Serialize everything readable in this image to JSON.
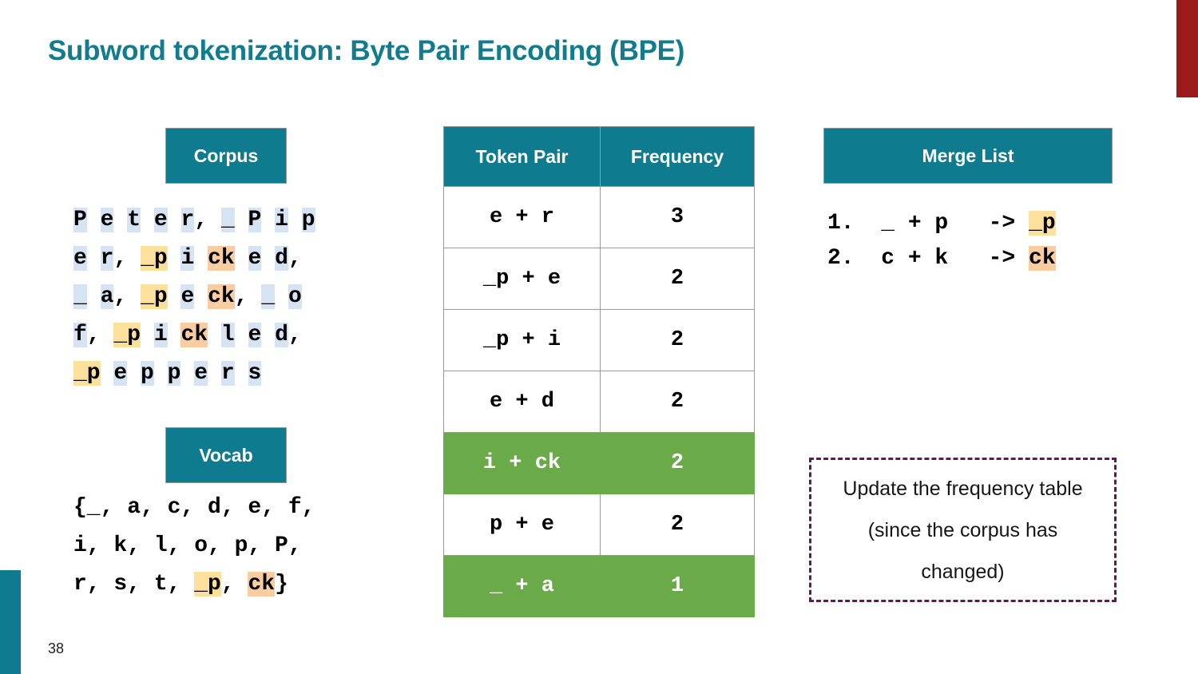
{
  "slide": {
    "title": "Subword tokenization: Byte Pair Encoding (BPE)",
    "page_number": "38",
    "accent_teal": "#0E7C8E",
    "accent_red": "#9B1B1B",
    "highlight_blue": "#D5E3F2",
    "highlight_yellow": "#FCE09B",
    "highlight_orange": "#F9CCA2",
    "highlight_green": "#6BAA48",
    "callout_border": "#5E1A54"
  },
  "corpus": {
    "header": "Corpus",
    "lines": [
      [
        {
          "t": "P",
          "h": "blue"
        },
        {
          "t": " ",
          "h": "none"
        },
        {
          "t": "e",
          "h": "blue"
        },
        {
          "t": " ",
          "h": "none"
        },
        {
          "t": "t",
          "h": "blue"
        },
        {
          "t": " ",
          "h": "none"
        },
        {
          "t": "e",
          "h": "blue"
        },
        {
          "t": " ",
          "h": "none"
        },
        {
          "t": "r",
          "h": "blue"
        },
        {
          "t": ", ",
          "h": "none"
        },
        {
          "t": "_",
          "h": "blue"
        },
        {
          "t": " ",
          "h": "none"
        },
        {
          "t": "P",
          "h": "blue"
        },
        {
          "t": " ",
          "h": "none"
        },
        {
          "t": "i",
          "h": "blue"
        },
        {
          "t": " ",
          "h": "none"
        },
        {
          "t": "p",
          "h": "blue"
        }
      ],
      [
        {
          "t": "e",
          "h": "blue"
        },
        {
          "t": " ",
          "h": "none"
        },
        {
          "t": "r",
          "h": "blue"
        },
        {
          "t": ", ",
          "h": "none"
        },
        {
          "t": "_p",
          "h": "yellow"
        },
        {
          "t": " ",
          "h": "none"
        },
        {
          "t": "i",
          "h": "blue"
        },
        {
          "t": " ",
          "h": "none"
        },
        {
          "t": "ck",
          "h": "orange"
        },
        {
          "t": " ",
          "h": "none"
        },
        {
          "t": "e",
          "h": "blue"
        },
        {
          "t": " ",
          "h": "none"
        },
        {
          "t": "d",
          "h": "blue"
        },
        {
          "t": ",",
          "h": "none"
        }
      ],
      [
        {
          "t": "_",
          "h": "blue"
        },
        {
          "t": " ",
          "h": "none"
        },
        {
          "t": "a",
          "h": "blue"
        },
        {
          "t": ", ",
          "h": "none"
        },
        {
          "t": "_p",
          "h": "yellow"
        },
        {
          "t": " ",
          "h": "none"
        },
        {
          "t": "e",
          "h": "blue"
        },
        {
          "t": " ",
          "h": "none"
        },
        {
          "t": "ck",
          "h": "orange"
        },
        {
          "t": ", ",
          "h": "none"
        },
        {
          "t": "_",
          "h": "blue"
        },
        {
          "t": " ",
          "h": "none"
        },
        {
          "t": "o",
          "h": "blue"
        }
      ],
      [
        {
          "t": "f",
          "h": "blue"
        },
        {
          "t": ", ",
          "h": "none"
        },
        {
          "t": "_p",
          "h": "yellow"
        },
        {
          "t": " ",
          "h": "none"
        },
        {
          "t": "i",
          "h": "blue"
        },
        {
          "t": " ",
          "h": "none"
        },
        {
          "t": "ck",
          "h": "orange"
        },
        {
          "t": " ",
          "h": "none"
        },
        {
          "t": "l",
          "h": "blue"
        },
        {
          "t": " ",
          "h": "none"
        },
        {
          "t": "e",
          "h": "blue"
        },
        {
          "t": " ",
          "h": "none"
        },
        {
          "t": "d",
          "h": "blue"
        },
        {
          "t": ",",
          "h": "none"
        }
      ],
      [
        {
          "t": "_p",
          "h": "yellow"
        },
        {
          "t": " ",
          "h": "none"
        },
        {
          "t": "e",
          "h": "blue"
        },
        {
          "t": " ",
          "h": "none"
        },
        {
          "t": "p",
          "h": "blue"
        },
        {
          "t": " ",
          "h": "none"
        },
        {
          "t": "p",
          "h": "blue"
        },
        {
          "t": " ",
          "h": "none"
        },
        {
          "t": "e",
          "h": "blue"
        },
        {
          "t": " ",
          "h": "none"
        },
        {
          "t": "r",
          "h": "blue"
        },
        {
          "t": " ",
          "h": "none"
        },
        {
          "t": "s",
          "h": "blue"
        }
      ]
    ],
    "plain_text": "P e t e r, _ P i p\ne r, _p i ck e d,\n_ a, _p e ck, _ o\nf, _p i ck l e d,\n_p e p p e r s"
  },
  "vocab": {
    "header": "Vocab",
    "lines": [
      [
        {
          "t": "{_, a, c, d, e, f,",
          "h": "none"
        }
      ],
      [
        {
          "t": "i, k, l, o, p, P,",
          "h": "none"
        }
      ],
      [
        {
          "t": "r, s, t, ",
          "h": "none"
        },
        {
          "t": "_p",
          "h": "yellow"
        },
        {
          "t": ", ",
          "h": "none"
        },
        {
          "t": "ck",
          "h": "orange"
        },
        {
          "t": "}",
          "h": "none"
        }
      ]
    ],
    "plain_text": "{_, a, c, d, e, f,\ni, k, l, o, p, P,\nr, s, t, _p, ck}"
  },
  "freq_table": {
    "columns": [
      "Token Pair",
      "Frequency"
    ],
    "rows": [
      {
        "pair": "e + r",
        "freq": "3",
        "highlighted": false
      },
      {
        "pair": "_p + e",
        "freq": "2",
        "highlighted": false
      },
      {
        "pair": "_p + i",
        "freq": "2",
        "highlighted": false
      },
      {
        "pair": "e + d",
        "freq": "2",
        "highlighted": false
      },
      {
        "pair": "i + ck",
        "freq": "2",
        "highlighted": true
      },
      {
        "pair": "p + e",
        "freq": "2",
        "highlighted": false
      },
      {
        "pair": "_ + a",
        "freq": "1",
        "highlighted": true
      }
    ]
  },
  "merge_list": {
    "header": "Merge List",
    "entries": [
      [
        {
          "t": "1.  _ + p   -> ",
          "h": "none"
        },
        {
          "t": "_p",
          "h": "yellow"
        }
      ],
      [
        {
          "t": "2.  c + k   -> ",
          "h": "none"
        },
        {
          "t": "ck",
          "h": "orange"
        }
      ]
    ],
    "plain_text": "1.  _ + p   -> _p\n2.  c + k   -> ck"
  },
  "callout": {
    "text": "Update the frequency table (since the corpus has changed)"
  }
}
